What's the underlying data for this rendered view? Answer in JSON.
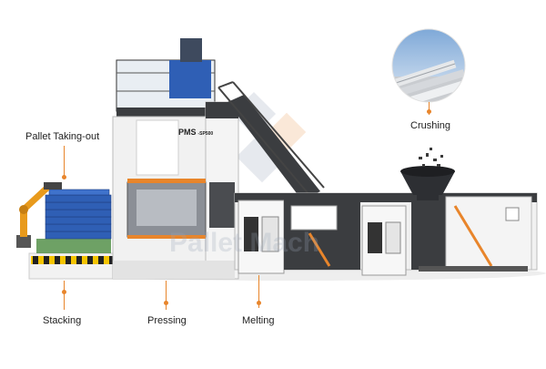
{
  "labels": {
    "pallet_taking_out": "Pallet Taking-out",
    "stacking": "Stacking",
    "pressing": "Pressing",
    "melting": "Melting",
    "crushing": "Crushing"
  },
  "machine_text": {
    "press_model": "PMS",
    "press_model_suffix": "-SP500",
    "watermark": "Pallet Mach"
  },
  "colors": {
    "accent": "#e8852b",
    "machine_white": "#f1f1f1",
    "machine_dark": "#3b3d40",
    "pallet_blue": "#2f5fb5",
    "hopper": "#2d2f33"
  }
}
